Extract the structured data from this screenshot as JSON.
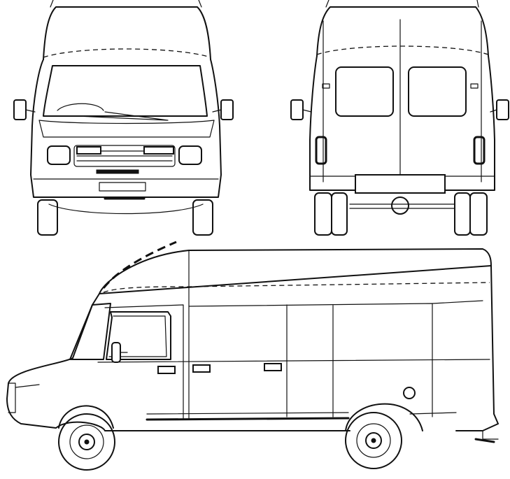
{
  "drawing": {
    "subject": "van-blueprint",
    "views": [
      "front",
      "rear",
      "side"
    ],
    "line_color": "#111111",
    "background_color": "#ffffff"
  }
}
